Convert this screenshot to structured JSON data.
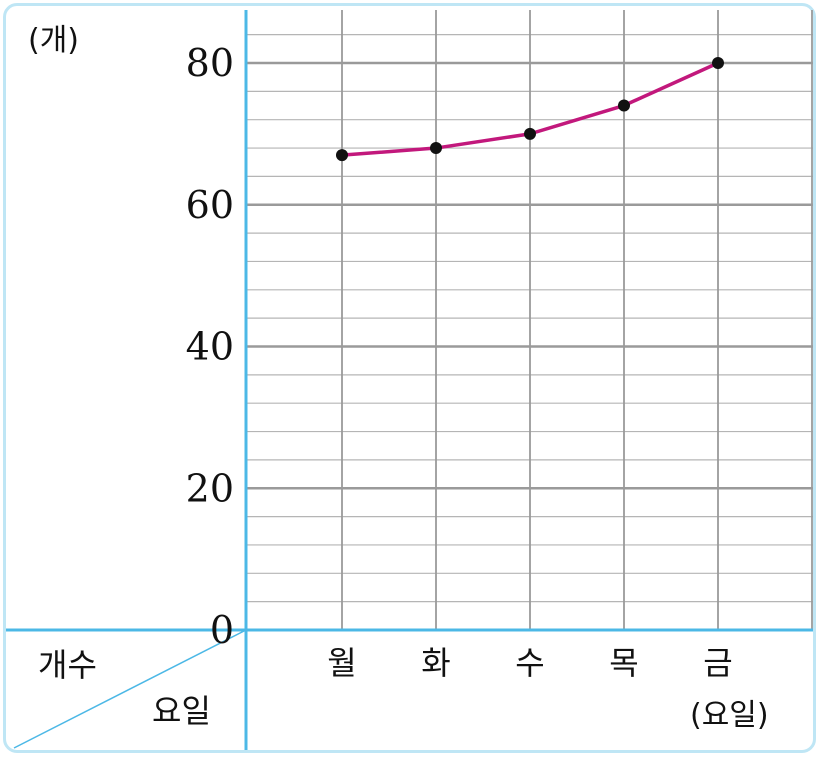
{
  "chart_data": {
    "type": "line",
    "y_unit": "(개)",
    "x_unit": "(요일)",
    "corner_top": "개수",
    "corner_bottom": "요일",
    "categories": [
      "월",
      "화",
      "수",
      "목",
      "금"
    ],
    "series": [
      {
        "values": [
          67,
          68,
          70,
          74,
          80
        ]
      }
    ],
    "y_ticks": [
      "0",
      "20",
      "40",
      "60",
      "80"
    ],
    "ylim": [
      0,
      80
    ],
    "grid": true,
    "colors": {
      "line": "#c2187c",
      "point": "#111111",
      "axis": "#4cb8e6",
      "grid_major": "#9a9a9a",
      "grid_minor": "#b5b5b5",
      "border": "#bfe6f5"
    }
  }
}
